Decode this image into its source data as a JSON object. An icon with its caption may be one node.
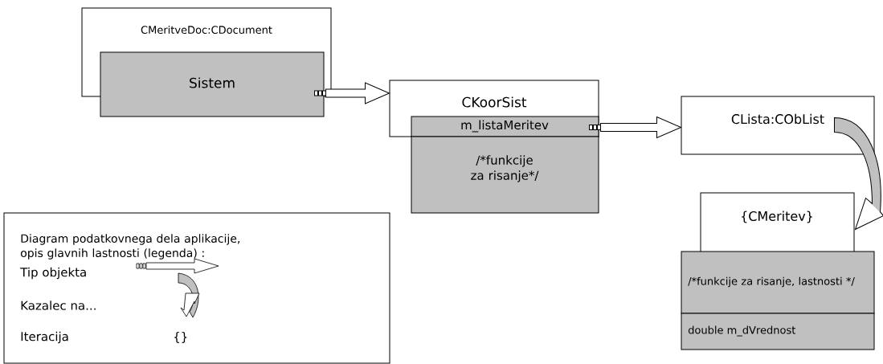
{
  "diagram": {
    "nodes": [
      {
        "text": [
          "CMeritveDoc:CDocument"
        ]
      },
      {
        "text": [
          "Sistem"
        ]
      },
      {
        "text": [
          "CKoorSist"
        ]
      },
      {
        "text": [
          "m_listaMeritev"
        ],
        "in": 2
      },
      {
        "text": [
          "/*funkcije za risanje*/"
        ]
      },
      {
        "text": [
          "CLista:CObList"
        ]
      },
      {
        "text": [
          "{CMeritev}"
        ]
      },
      {
        "text": [
          "/*funkcije za risanje, lastnosti */"
        ]
      },
      {
        "text": [
          "double m_dVrednost"
        ]
      },
      {
        "text": [
          "Diagram podatkovnega dela aplikacije, opis glavnih lastnosti (legenda) :",
          "Tip objekta",
          "Kazalec na...",
          "Iteracija",
          "{}"
        ]
      }
    ],
    "edges": [
      {
        "from": 1,
        "to": 2,
        "arrow": "to"
      },
      {
        "from": 3,
        "to": 5,
        "arrow": "to"
      },
      {
        "from": 5,
        "to": 6,
        "arrow": "to",
        "color": "#c0c0c0"
      }
    ]
  }
}
